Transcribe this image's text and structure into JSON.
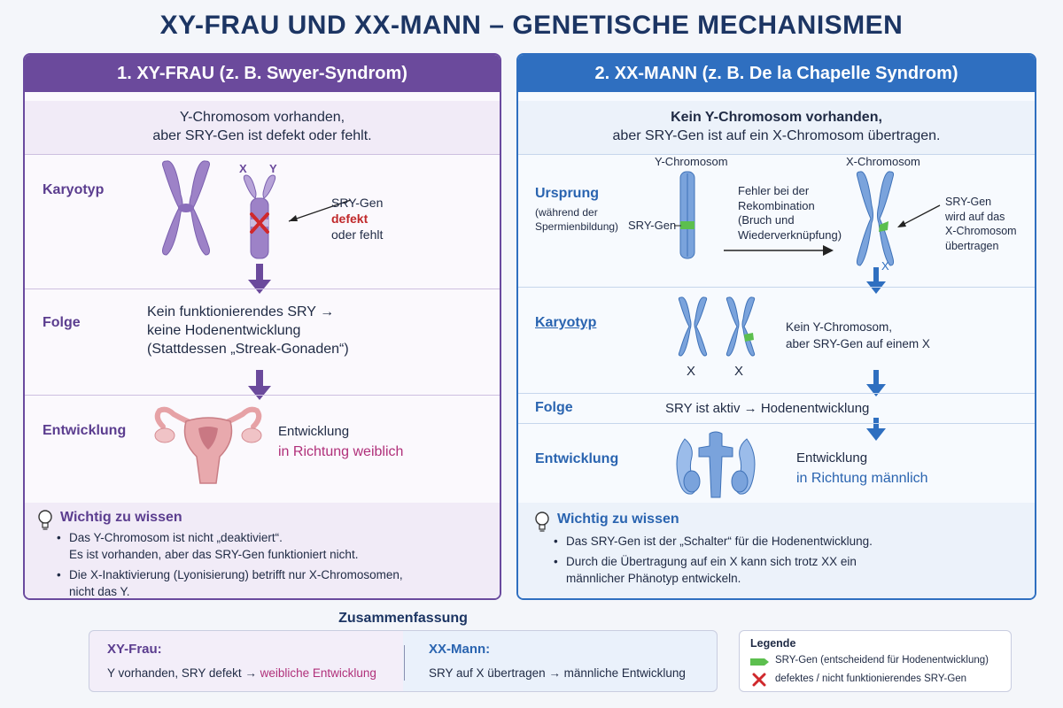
{
  "title": "XY-FRAU UND XX-MANN – GENETISCHE MECHANISMEN",
  "left": {
    "header": "1. XY-FRAU (z. B. Swyer-Syndrom)",
    "intro_line1": "Y-Chromosom vorhanden,",
    "intro_line2": "aber SRY-Gen ist defekt oder fehlt.",
    "karyotyp_label": "Karyotyp",
    "chrom_x_label": "X",
    "chrom_y_label": "Y",
    "sry_line1": "SRY-Gen",
    "sry_line2": "defekt",
    "sry_line3": "oder fehlt",
    "folge_label": "Folge",
    "folge_line1": "Kein funktionierendes SRY →",
    "folge_line2": "keine Hodenentwicklung",
    "folge_line3": "(Stattdessen „Streak-Gonaden“)",
    "entwicklung_label": "Entwicklung",
    "entwicklung_line1": "Entwicklung",
    "entwicklung_line2": "in Richtung weiblich",
    "info_title": "Wichtig zu wissen",
    "info_items": [
      {
        "l1": "Das Y-Chromosom ist nicht „deaktiviert“.",
        "l2": "Es ist vorhanden, aber das SRY-Gen funktioniert nicht."
      },
      {
        "l1": "Die X-Inaktivierung (Lyonisierung) betrifft nur X-Chromosomen,",
        "l2": "nicht das Y."
      }
    ]
  },
  "right": {
    "header": "2. XX-MANN (z. B. De la Chapelle Syndrom)",
    "intro_line1": "Kein Y-Chromosom vorhanden,",
    "intro_line2": "aber SRY-Gen ist auf ein X-Chromosom übertragen.",
    "ursprung_label": "Ursprung",
    "ursprung_sub1": "(während der",
    "ursprung_sub2": "Spermienbildung)",
    "y_chrom_label": "Y-Chromosom",
    "x_chrom_label": "X-Chromosom",
    "sry_gen_label": "SRY-Gen",
    "fehler_line1": "Fehler bei der",
    "fehler_line2": "Rekombination",
    "fehler_line3": "(Bruch und",
    "fehler_line4": "Wiederverknüpfung)",
    "sry_transfer_line1": "SRY-Gen",
    "sry_transfer_line2": "wird auf das",
    "sry_transfer_line3": "X-Chromosom",
    "sry_transfer_line4": "übertragen",
    "x_mark": "X",
    "karyotyp_label": "Karyotyp",
    "karyo_x1": "X",
    "karyo_x2": "X",
    "karyo_line1": "Kein Y-Chromosom,",
    "karyo_line2": "aber SRY-Gen auf einem X",
    "folge_label": "Folge",
    "folge_text": "SRY ist aktiv → Hodenentwicklung",
    "entwicklung_label": "Entwicklung",
    "entwicklung_line1": "Entwicklung",
    "entwicklung_line2": "in Richtung männlich",
    "info_title": "Wichtig zu wissen",
    "info_items": [
      {
        "l1": "Das SRY-Gen ist der „Schalter“ für die Hodenentwicklung.",
        "l2": ""
      },
      {
        "l1": "Durch die Übertragung auf ein X kann sich trotz XX ein",
        "l2": "männlicher Phänotyp entwickeln."
      }
    ]
  },
  "summary": {
    "title": "Zusammenfassung",
    "xy_title": "XY-Frau:",
    "xy_text_a": "Y vorhanden, SRY defekt → ",
    "xy_text_b": "weibliche Entwicklung",
    "xx_title": "XX-Mann:",
    "xx_text": "SRY auf X übertragen → männliche Entwicklung"
  },
  "legend": {
    "title": "Legende",
    "item1": "SRY-Gen (entscheidend für Hodenentwicklung)",
    "item2": "defektes / nicht funktionierendes SRY-Gen"
  },
  "colors": {
    "purple": "#6b4a9c",
    "blue": "#2f6fc0",
    "sry_green": "#5cbf4e",
    "defect_red": "#d0282c"
  }
}
